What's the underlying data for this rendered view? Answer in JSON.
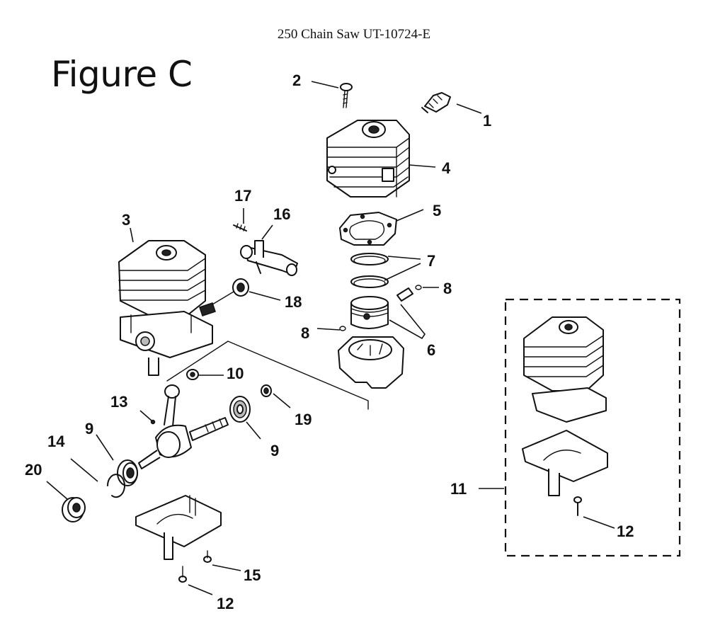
{
  "document_title": "250 Chain Saw UT-10724-E",
  "figure_title": "Figure C",
  "callouts": {
    "c1": "1",
    "c2": "2",
    "c3": "3",
    "c4": "4",
    "c5": "5",
    "c6": "6",
    "c7": "7",
    "c8a": "8",
    "c8b": "8",
    "c9a": "9",
    "c9b": "9",
    "c10": "10",
    "c11": "11",
    "c12a": "12",
    "c12b": "12",
    "c13": "13",
    "c14": "14",
    "c15": "15",
    "c16": "16",
    "c17": "17",
    "c18": "18",
    "c19": "19",
    "c20": "20"
  }
}
